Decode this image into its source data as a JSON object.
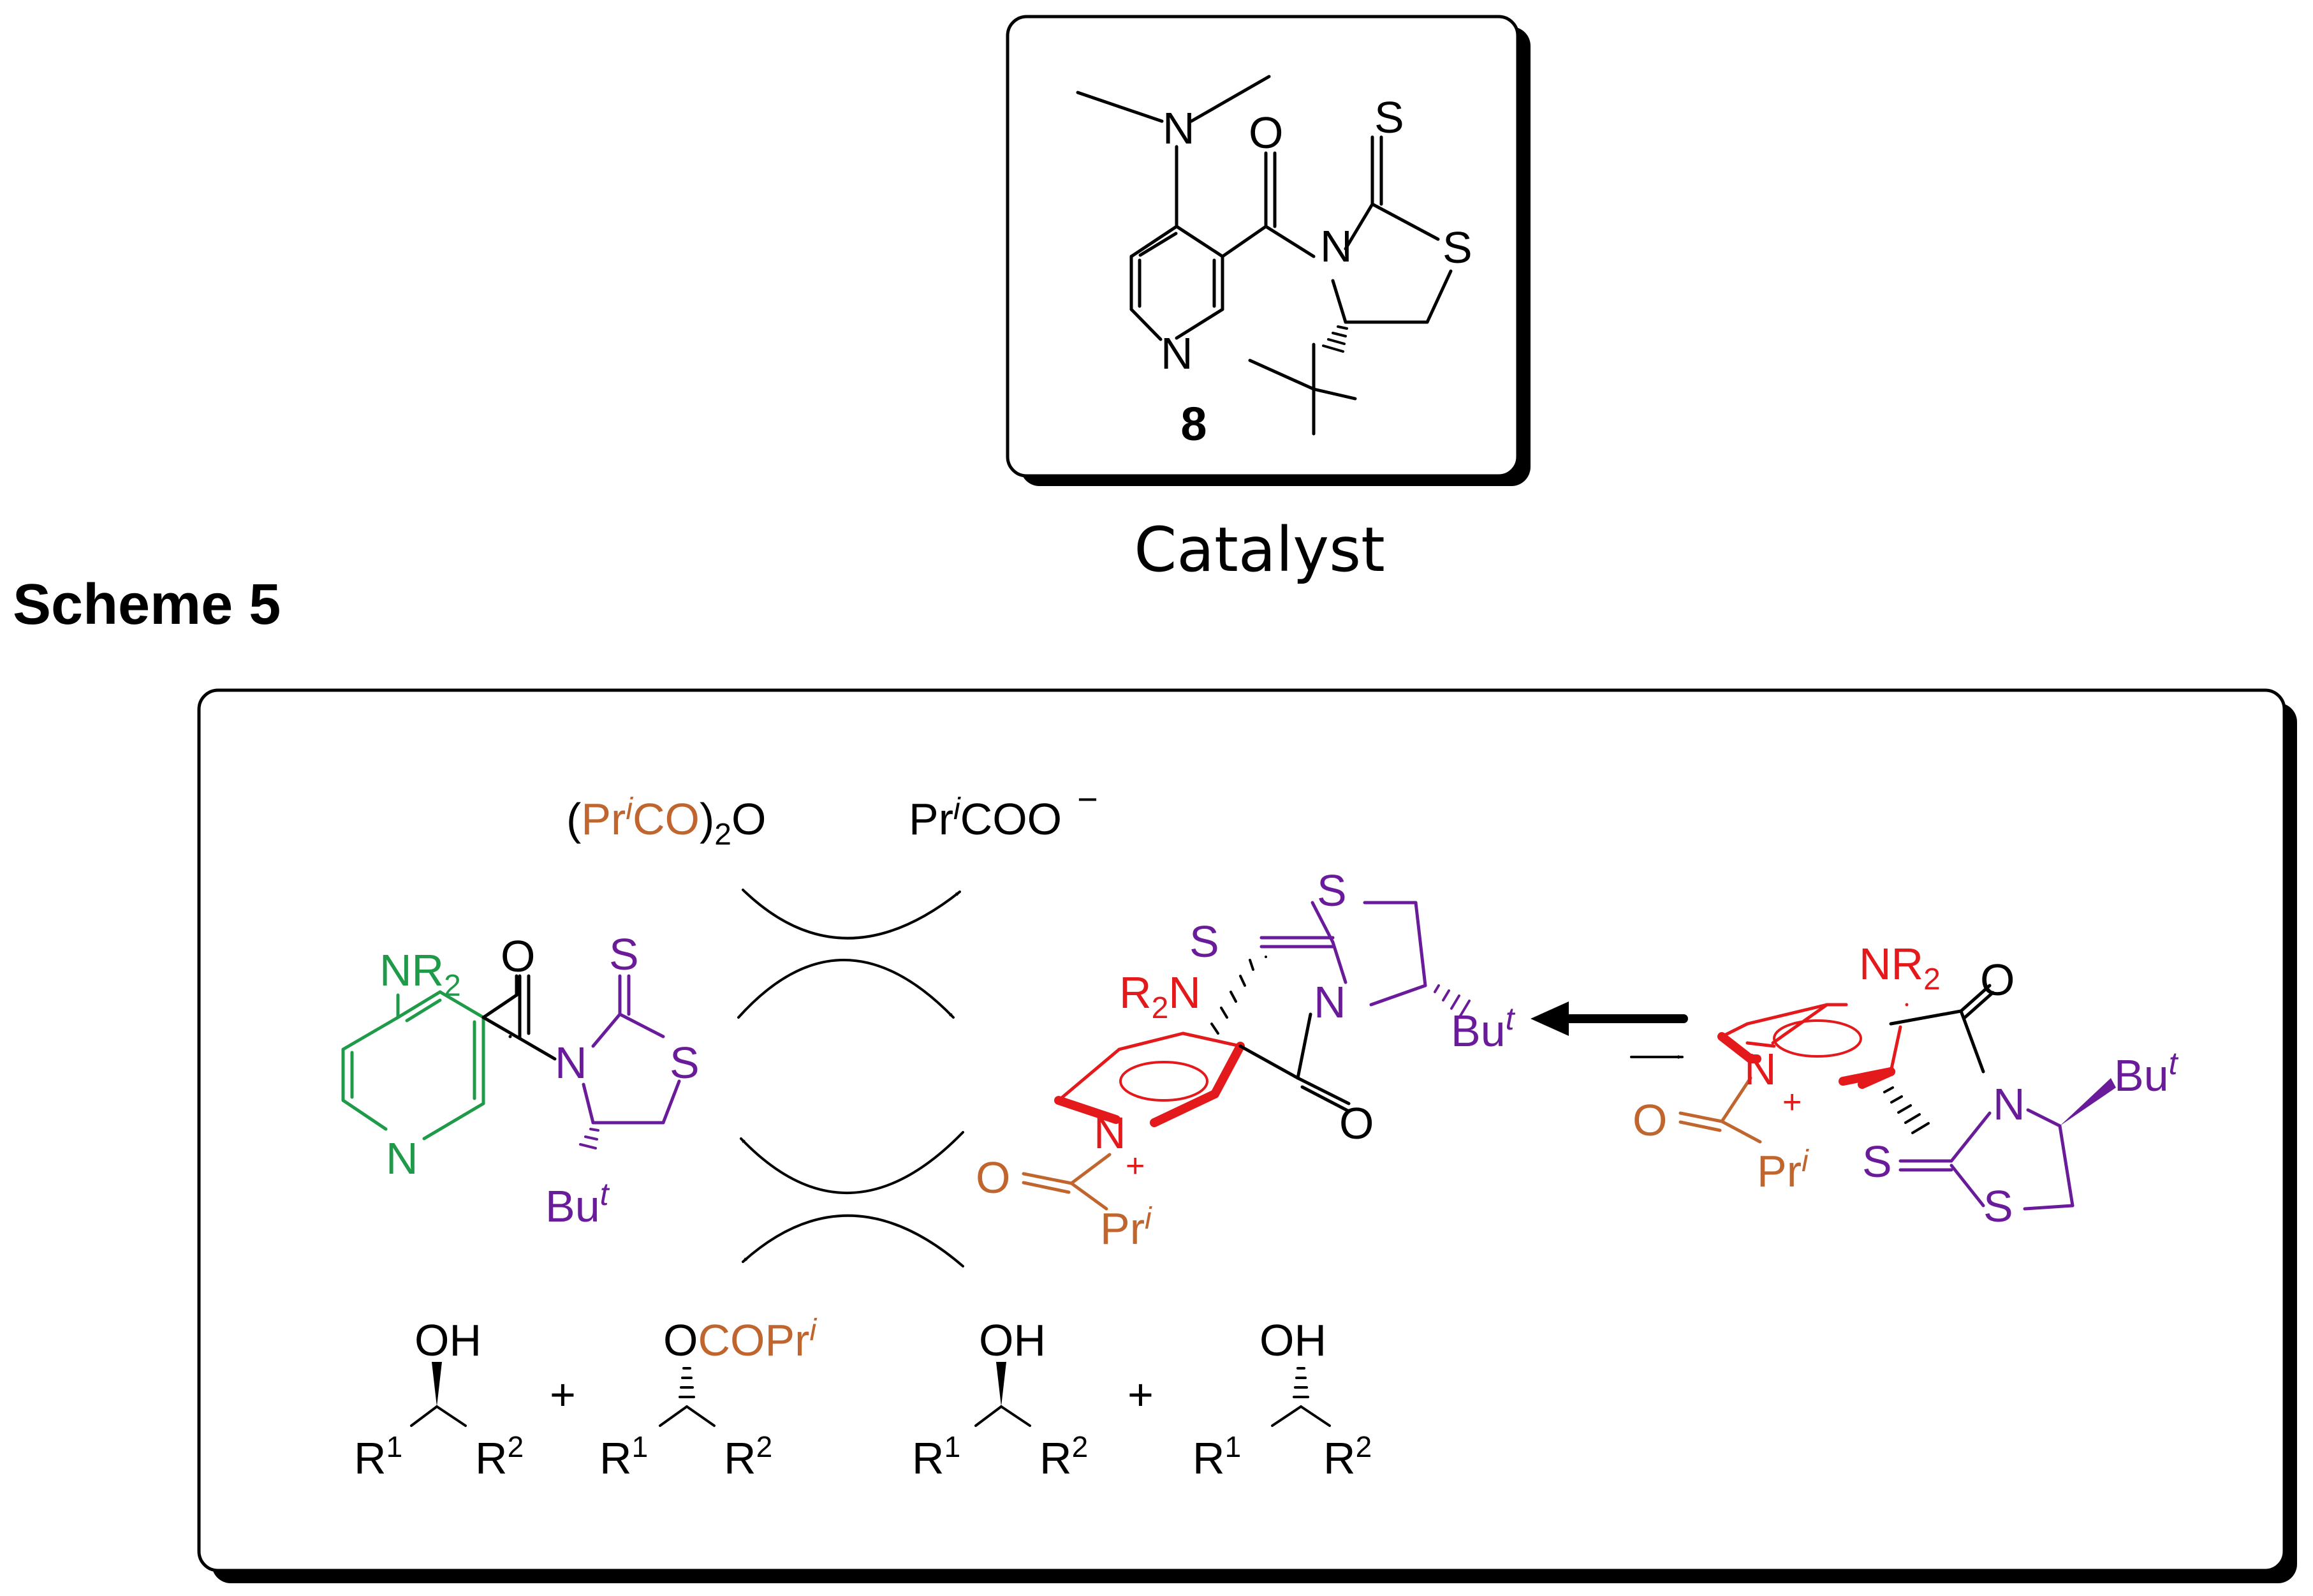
{
  "scheme_title": "Scheme 5",
  "catalyst": {
    "caption": "Catalyst",
    "compound_number": "8",
    "atoms": {
      "N": "N",
      "O": "O",
      "S": "S"
    }
  },
  "reagents": {
    "anhydride": {
      "open": "(",
      "pr": "Pr",
      "i": "i",
      "co": "CO",
      "close": ")",
      "two": "2",
      "o": "O"
    },
    "carboxylate": {
      "pr": "Pr",
      "i": "i",
      "coo": "COO",
      "minus": "−"
    }
  },
  "free_catalyst": {
    "nr2": {
      "n": "NR",
      "sub": "2"
    },
    "but": {
      "bu": "Bu",
      "t": "t"
    },
    "atoms": {
      "N": "N",
      "O": "O",
      "S": "S"
    }
  },
  "acyl_pyridinium": {
    "r2n": {
      "r": "R",
      "sub": "2",
      "n": "N"
    },
    "but": {
      "bu": "Bu",
      "t": "t"
    },
    "acyl": {
      "pr": "Pr",
      "i": "i",
      "o": "O"
    },
    "charge": "+",
    "atoms": {
      "N": "N",
      "O": "O",
      "S": "S"
    }
  },
  "conformer": {
    "nr2": {
      "n": "NR",
      "sub": "2"
    },
    "but": {
      "bu": "Bu",
      "t": "t"
    },
    "acyl": {
      "pr": "Pr",
      "i": "i",
      "o": "O"
    },
    "charge": "+",
    "atoms": {
      "N": "N",
      "O": "O",
      "S": "S"
    }
  },
  "products": {
    "oh": "OH",
    "ester": {
      "o": "O",
      "cop": "COPr",
      "i": "i"
    },
    "r1": {
      "r": "R",
      "sup": "1"
    },
    "r2": {
      "r": "R",
      "sup": "2"
    },
    "plus": "+"
  },
  "colors": {
    "black": "#000000",
    "green": "#1e9a48",
    "purple": "#6a1b9a",
    "red": "#e3191c",
    "orange": "#c0652e"
  }
}
